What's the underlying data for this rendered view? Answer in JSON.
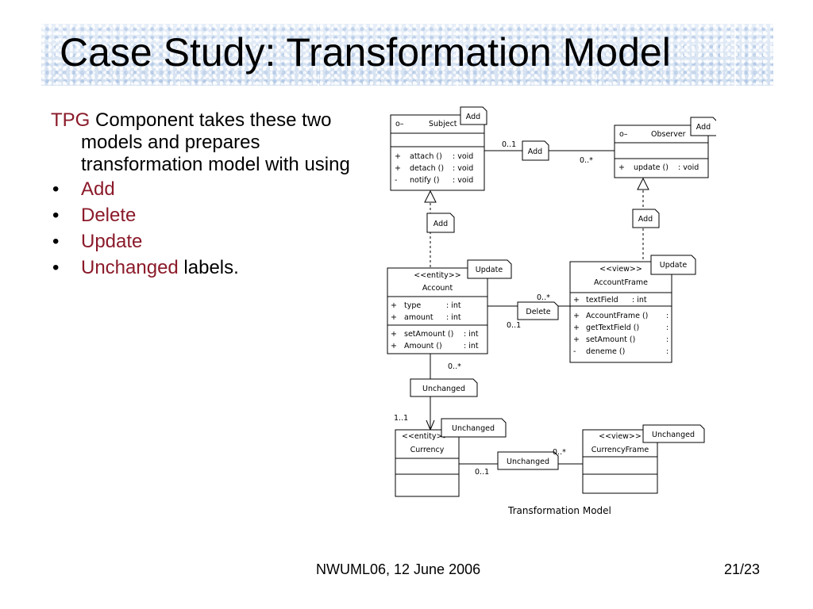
{
  "slide": {
    "title": "Case Study: Transformation Model",
    "intro_highlight": "TPG",
    "intro_rest": "Component takes these two models and prepares transformation model with using",
    "bullets": [
      {
        "label": "Add",
        "suffix": ""
      },
      {
        "label": "Delete",
        "suffix": ""
      },
      {
        "label": "Update",
        "suffix": ""
      },
      {
        "label": "Unchanged",
        "suffix": " labels."
      }
    ],
    "bullet_symbol": "•",
    "footer_center": "NWUML06, 12 June 2006",
    "footer_right": "21/23"
  },
  "colors": {
    "highlight": "#8b1a2a",
    "title_band": "#dfe9f5"
  },
  "diagram": {
    "caption": "Transformation Model",
    "classes": {
      "subject": {
        "prefix": "o–",
        "name": "Subject",
        "ops": [
          {
            "vis": "+",
            "name": "attach ()",
            "type": ": void"
          },
          {
            "vis": "+",
            "name": "detach ()",
            "type": ": void"
          },
          {
            "vis": "-",
            "name": "notify ()",
            "type": ": void"
          }
        ]
      },
      "observer": {
        "prefix": "o–",
        "name": "Observer",
        "ops": [
          {
            "vis": "+",
            "name": "update ()",
            "type": ": void"
          }
        ]
      },
      "account": {
        "stereotype": "<<entity>>",
        "name": "Account",
        "attrs": [
          {
            "vis": "+",
            "name": "type",
            "type": ": int"
          },
          {
            "vis": "+",
            "name": "amount",
            "type": ": int"
          }
        ],
        "ops": [
          {
            "vis": "+",
            "name": "setAmount ()",
            "type": ": int"
          },
          {
            "vis": "+",
            "name": "Amount ()",
            "type": ": int"
          }
        ]
      },
      "account_frame": {
        "stereotype": "<<view>>",
        "name": "AccountFrame",
        "attrs": [
          {
            "vis": "+",
            "name": "textField",
            "type": ": int"
          }
        ],
        "ops": [
          {
            "vis": "+",
            "name": "AccountFrame ()",
            "type": ":"
          },
          {
            "vis": "+",
            "name": "getTextField ()",
            "type": ":"
          },
          {
            "vis": "+",
            "name": "setAmount ()",
            "type": ":"
          },
          {
            "vis": "-",
            "name": "deneme ()",
            "type": ":"
          }
        ]
      },
      "currency": {
        "stereotype": "<<entity>>",
        "name": "Currency"
      },
      "currency_frame": {
        "stereotype": "<<view>>",
        "name": "CurrencyFrame"
      }
    },
    "tags": {
      "subject": "Add",
      "observer": "Add",
      "subject_observer_assoc": "Add",
      "subject_inherit": "Add",
      "observer_inherit": "Add",
      "account": "Update",
      "account_frame": "Update",
      "account_assoc": "Delete",
      "account_currency_assoc": "Unchanged",
      "currency": "Unchanged",
      "currency_frame": "Unchanged",
      "currency_assoc": "Unchanged"
    },
    "multiplicities": {
      "subject_end": "0..1",
      "observer_end": "0..*",
      "account_frame_end": "0..*",
      "account_end": "0..1",
      "account_to_currency_top": "0..*",
      "currency_top": "1..1",
      "currency_frame_end": "0..*",
      "currency_end": "0..1"
    }
  }
}
